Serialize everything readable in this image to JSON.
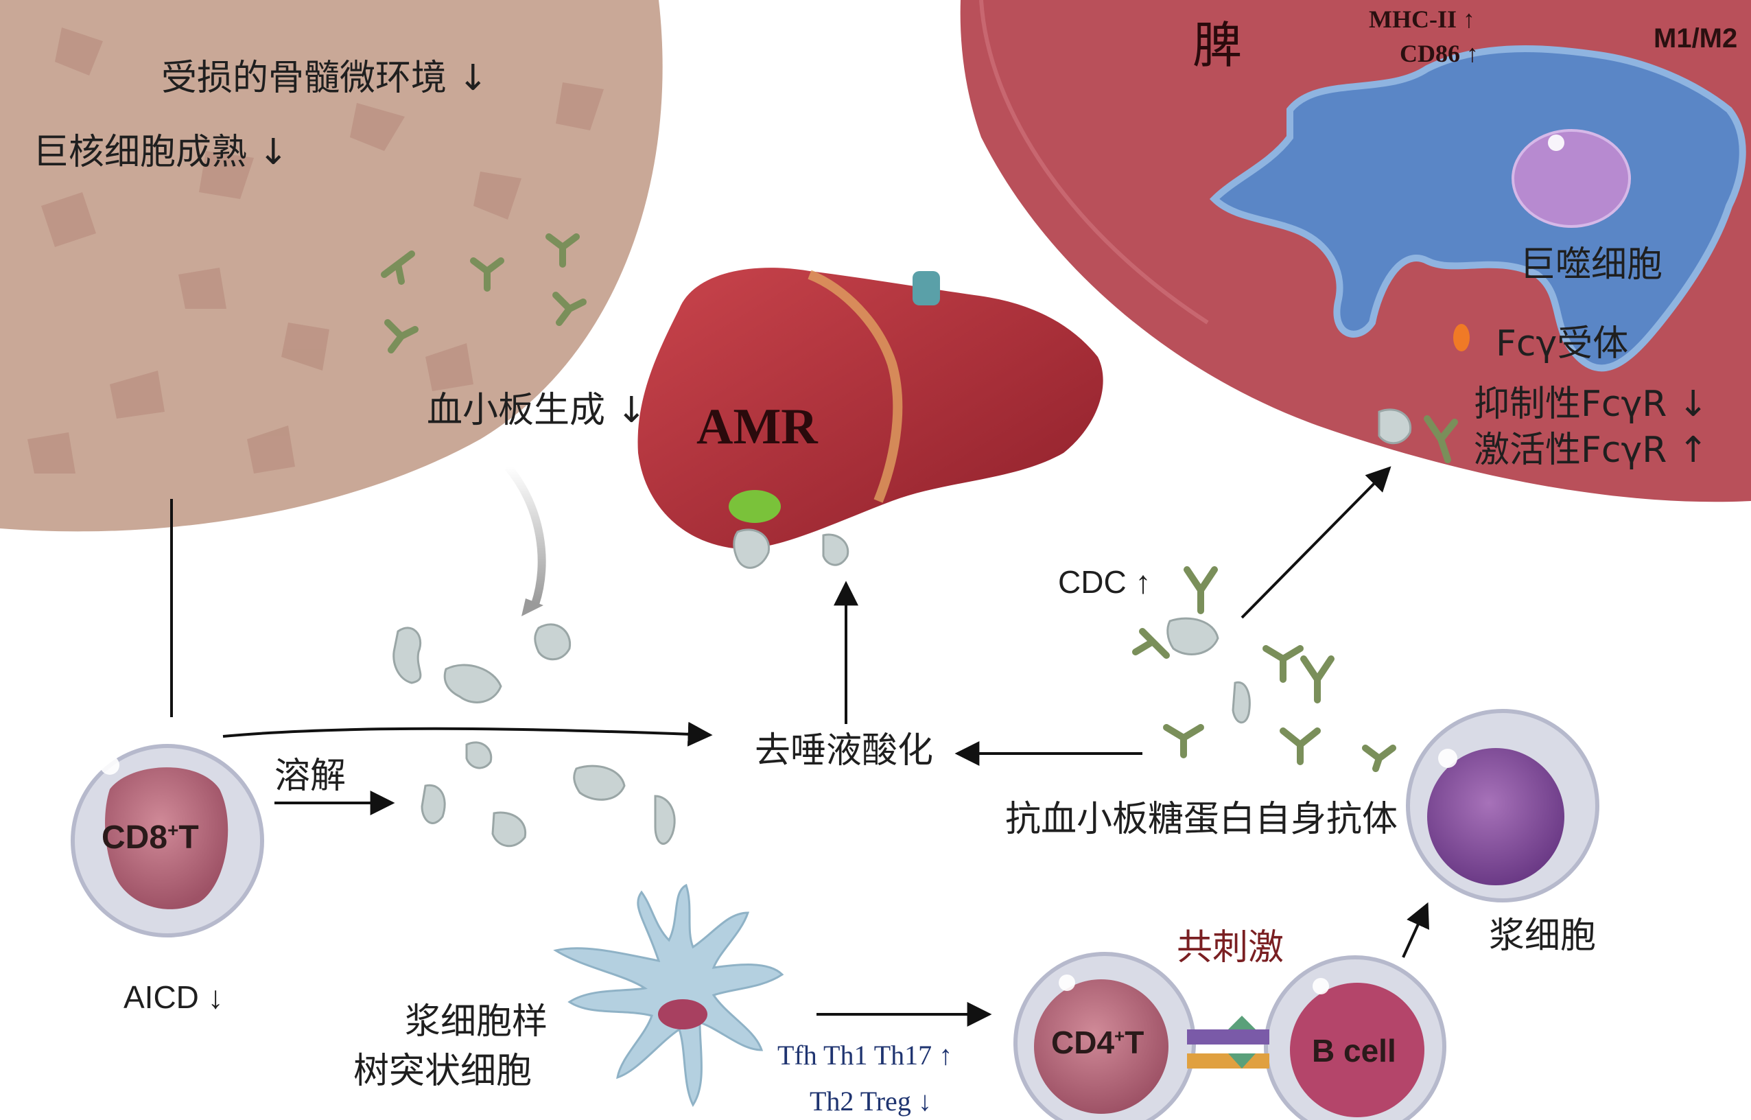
{
  "bone_marrow": {
    "microenv": "受损的骨髓微环境 ↓",
    "megakaryocyte": "巨核细胞成熟 ↓"
  },
  "thrombopoiesis": "血小板生成 ↓",
  "liver": {
    "label": "AMR"
  },
  "spleen": {
    "label": "脾",
    "mhc": "MHC-II ↑",
    "cd86": "CD86 ↑",
    "m1m2": "M1/M2",
    "macrophage": "巨噬细胞",
    "fc_receptor": "Fcγ受体",
    "inhibitory": "抑制性FcγR ↓",
    "activating": "激活性FcγR ↑"
  },
  "cdc": "CDC ↑",
  "desialylation": "去唾液酸化",
  "lysis": "溶解",
  "cd8": {
    "main": "CD8",
    "sup": "+",
    "tail": "T"
  },
  "aicd": "AICD ↓",
  "autoantibody": "抗血小板糖蛋白自身抗体",
  "plasma_cell": "浆细胞",
  "costim": "共刺激",
  "pdc_line1": "浆细胞样",
  "pdc_line2": "树突状细胞",
  "th_line1": "Tfh Th1 Th17 ↑",
  "th_line2": "Th2 Treg ↓",
  "cd4": {
    "main": "CD4",
    "sup": "+",
    "tail": "T"
  },
  "bcell": "B cell",
  "colors": {
    "marrow": "#c9a897",
    "spleen": "#b9505a",
    "macrophage": "#5a86c6",
    "liver": "#b8333d",
    "platelet": "#c9d3d3",
    "antibody": "#7a8f5a",
    "costim_text": "#7a1f22",
    "th_text": "#1f3470"
  }
}
